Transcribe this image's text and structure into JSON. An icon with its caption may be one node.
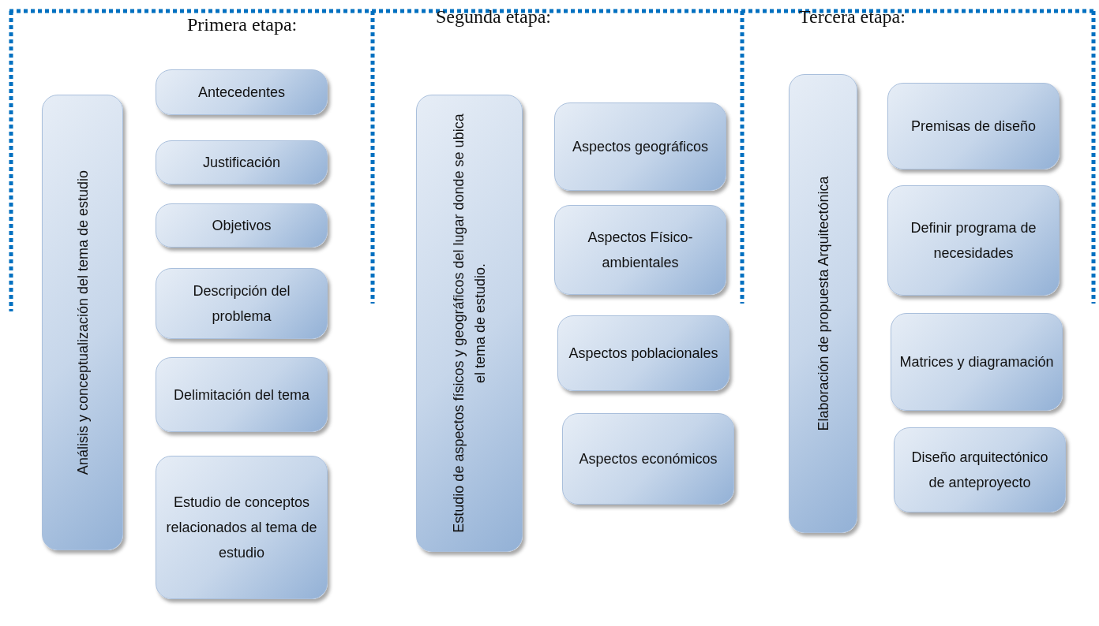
{
  "diagram": {
    "nodes": [
      {
        "text": [
          "Análisis y conceptualización del tema de estudio"
        ]
      },
      {
        "text": [
          "Antecedentes"
        ]
      },
      {
        "text": [
          "Justificación"
        ]
      },
      {
        "text": [
          "Objetivos"
        ]
      },
      {
        "text": [
          "Descripción del problema"
        ]
      },
      {
        "text": [
          "Delimitación del tema"
        ]
      },
      {
        "text": [
          "Estudio de conceptos relacionados al tema de estudio"
        ]
      },
      {
        "text": [
          "Estudio de aspectos físicos y geográficos del lugar donde se ubica el tema de estudio."
        ]
      },
      {
        "text": [
          "Aspectos geográficos"
        ]
      },
      {
        "text": [
          "Aspectos Físico-ambientales"
        ]
      },
      {
        "text": [
          "Aspectos poblacionales"
        ]
      },
      {
        "text": [
          "Aspectos económicos"
        ]
      },
      {
        "text": [
          "Elaboración de propuesta Arquitectónica"
        ]
      },
      {
        "text": [
          "Premisas de diseño"
        ]
      },
      {
        "text": [
          "Definir programa de necesidades"
        ]
      },
      {
        "text": [
          "Matrices y diagramación"
        ]
      },
      {
        "text": [
          "Diseño arquitectónico de anteproyecto"
        ]
      }
    ],
    "labels": [
      "Primera etapa:",
      "Segunda etapa:",
      "Tercera etapa:"
    ]
  }
}
